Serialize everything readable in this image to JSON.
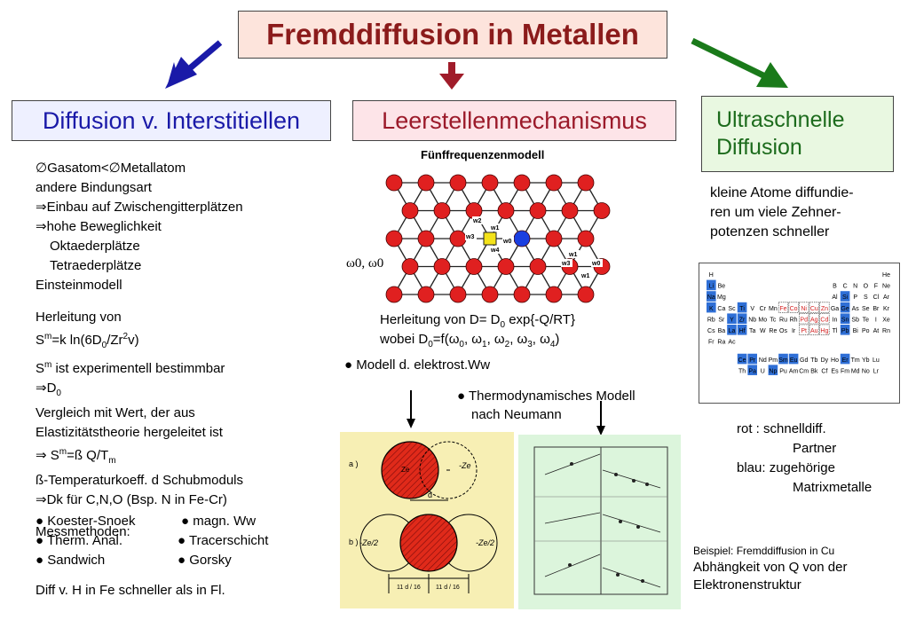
{
  "title": "Fremddiffusion in Metallen",
  "boxes": {
    "left": "Diffusion v. Interstitiellen",
    "middle": "Leerstellenmechanismus",
    "right_line1": "Ultraschnelle",
    "right_line2": "Diffusion"
  },
  "left": {
    "l1": "∅Gasatom<∅Metallatom",
    "l2": "andere Bindungsart",
    "l3": "⇒Einbau auf Zwischengitterplätzen",
    "l4": "⇒hohe Beweglichkeit",
    "l5": "Oktaederplätze",
    "l6": "Tetraederplätze",
    "l7": "Einsteinmodell",
    "h1": "Herleitung von",
    "h2_a": "S",
    "h2_b": "m",
    "h2_c": "=k ln(6D",
    "h2_d": "0",
    "h2_e": "/Zr",
    "h2_f": "2",
    "h2_g": "v)",
    "h3_a": "S",
    "h3_b": "m",
    "h3_c": " ist experimentell bestimmbar",
    "h4_a": "⇒D",
    "h4_b": "0",
    "h5": "Vergleich mit Wert, der aus",
    "h6": "Elastizitätstheorie hergeleitet ist",
    "h7_a": "⇒ S",
    "h7_b": "m",
    "h7_c": "=ß Q/T",
    "h7_d": "m",
    "h8": "ß-Temperaturkoeff. d Schubmoduls",
    "h9": "⇒Dk für C,N,O (Bsp. N in Fe-Cr)",
    "m_title": "Messmethoden:",
    "m1": "Koester-Snoek",
    "m2": "magn. Ww",
    "m3": "Therm. Anal.",
    "m4": "Tracerschicht",
    "m5": "Sandwich",
    "m6": "Gorsky",
    "last": "Diff v. H in Fe schneller als in Fl."
  },
  "middle": {
    "model_title": "Fünffrequenzenmodell",
    "omega_label": "ω0, ω0",
    "w_labels": [
      "w1",
      "w2",
      "w3",
      "w4",
      "w0",
      "w1",
      "w3",
      "w0",
      "w1"
    ],
    "d1_a": "Herleitung von D= D",
    "d1_b": "0",
    "d1_c": " exp{-Q/RT}",
    "d2_a": "wobei D",
    "d2_b": "0",
    "d2_c": "=f(ω",
    "d2_d": "0",
    "d2_e": ", ω",
    "d2_f": "1",
    "d2_g": ", ω",
    "d2_h": "2",
    "d2_i": ", ω",
    "d2_j": "3",
    "d2_k": ", ω",
    "d2_l": "4",
    "d2_m": ")",
    "b1": "Modell d. elektrost.Ww",
    "b2_l1": "Thermodynamisches Modell",
    "b2_l2": "nach Neumann"
  },
  "panel_left": {
    "a": "a )",
    "b": "b )",
    "ze_a": "-Ze",
    "zex": "Ze",
    "d": "d",
    "ze2_l": "-Ze/2",
    "ze2_r": "-Ze/2",
    "d16_l": "11 d / 16",
    "d16_r": "11 d / 16"
  },
  "right": {
    "p1": "kleine Atome diffundie-",
    "p2": "ren um  viele  Zehner-",
    "p3": "potenzen schneller",
    "rot": "rot   : schnelldiff.",
    "partner": "Partner",
    "blau": "blau: zugehörige",
    "matrix": "Matrixmetalle",
    "ex1": "Beispiel: Fremddiffusion in Cu",
    "ex2": "Abhängkeit von Q von der",
    "ex3": "Elektronenstruktur"
  },
  "periodic_table": {
    "rows": [
      [
        "H",
        "",
        "",
        "",
        "",
        "",
        "",
        "",
        "",
        "",
        "",
        "",
        "",
        "",
        "",
        "",
        "",
        "He"
      ],
      [
        "Li",
        "Be",
        "",
        "",
        "",
        "",
        "",
        "",
        "",
        "",
        "",
        "",
        "B",
        "C",
        "N",
        "O",
        "F",
        "Ne"
      ],
      [
        "Na",
        "Mg",
        "",
        "",
        "",
        "",
        "",
        "",
        "",
        "",
        "",
        "",
        "Al",
        "Si",
        "P",
        "S",
        "Cl",
        "Ar"
      ],
      [
        "K",
        "Ca",
        "Sc",
        "Ti",
        "V",
        "Cr",
        "Mn",
        "Fe",
        "Co",
        "Ni",
        "Cu",
        "Zn",
        "Ga",
        "Ge",
        "As",
        "Se",
        "Br",
        "Kr"
      ],
      [
        "Rb",
        "Sr",
        "Y",
        "Zr",
        "Nb",
        "Mo",
        "Tc",
        "Ru",
        "Rh",
        "Pd",
        "Ag",
        "Cd",
        "In",
        "Sn",
        "Sb",
        "Te",
        "I",
        "Xe"
      ],
      [
        "Cs",
        "Ba",
        "La",
        "Hf",
        "Ta",
        "W",
        "Re",
        "Os",
        "Ir",
        "Pt",
        "Au",
        "Hg",
        "Tl",
        "Pb",
        "Bi",
        "Po",
        "At",
        "Rn"
      ],
      [
        "Fr",
        "Ra",
        "Ac",
        "",
        "",
        "",
        "",
        "",
        "",
        "",
        "",
        "",
        "",
        "",
        "",
        "",
        "",
        ""
      ]
    ],
    "lanthanides": [
      "Ce",
      "Pr",
      "Nd",
      "Pm",
      "Sm",
      "Eu",
      "Gd",
      "Tb",
      "Dy",
      "Ho",
      "Er",
      "Tm",
      "Yb",
      "Lu"
    ],
    "actinides": [
      "Th",
      "Pa",
      "U",
      "Np",
      "Pu",
      "Am",
      "Cm",
      "Bk",
      "Cf",
      "Es",
      "Fm",
      "Md",
      "No",
      "Lr"
    ],
    "blue_cells": [
      "Li",
      "Na",
      "K",
      "Ti",
      "Y",
      "Zr",
      "La",
      "Hf",
      "Si",
      "Ge",
      "Sn",
      "Pb",
      "Ce",
      "Pr",
      "Sm",
      "Eu",
      "Er",
      "Pa",
      "Np"
    ],
    "red_cells": [
      "Fe",
      "Co",
      "Ni",
      "Cu",
      "Zn",
      "Pd",
      "Ag",
      "Cd",
      "Pt",
      "Au",
      "Hg"
    ],
    "colors": {
      "blue": "#2f6fd6",
      "red": "#d42020"
    }
  },
  "colors": {
    "title": "#8b1b1b",
    "left_box": "#1a1aa8",
    "mid_box": "#9b1a2a",
    "right_box": "#1c6b1c",
    "atom": "#e02020",
    "vacancy": "#1a3fe0",
    "solute": "#f3e21a"
  }
}
